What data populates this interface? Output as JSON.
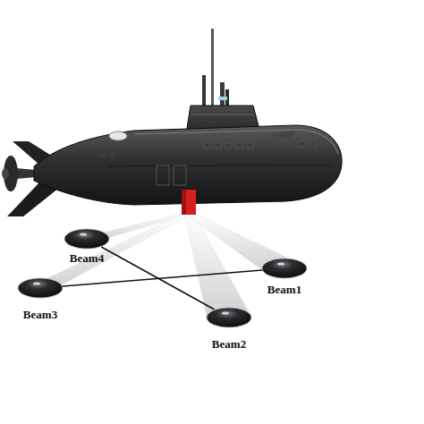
{
  "diagram": {
    "nodes": [
      {
        "text": [
          "Beam4"
        ]
      },
      {
        "text": [
          "Beam1"
        ]
      },
      {
        "text": [
          "Beam3"
        ]
      },
      {
        "text": [
          "Beam2"
        ]
      }
    ],
    "edges": [
      {
        "from": 0,
        "to": 3,
        "arrow": "none"
      },
      {
        "from": 2,
        "to": 1,
        "arrow": "none"
      }
    ]
  }
}
